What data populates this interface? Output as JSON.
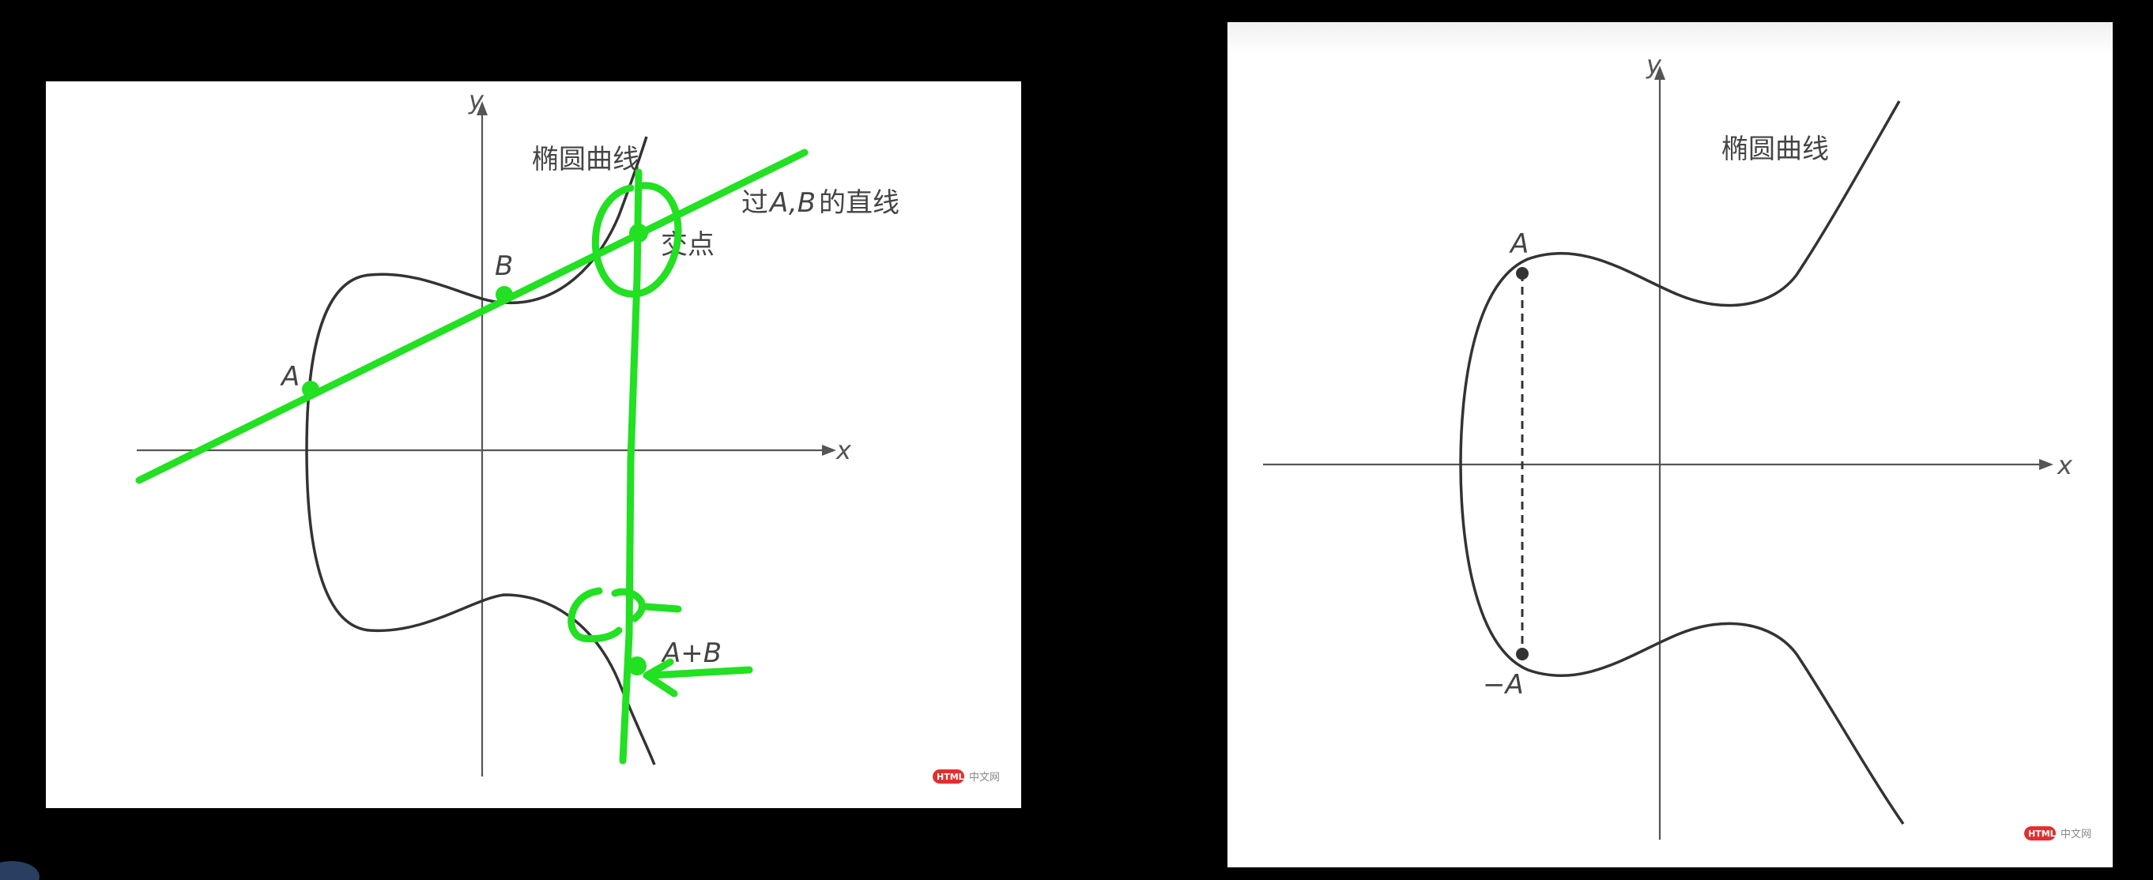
{
  "left_diagram": {
    "axis_x": "x",
    "axis_y": "y",
    "curve_label": "椭圆曲线",
    "line_label_prefix": "过",
    "line_label_points": "A,B",
    "line_label_suffix": "的直线",
    "intersection_label": "交点",
    "point_a": "A",
    "point_b": "B",
    "sum_label": "A+B",
    "watermark_badge": "HTML",
    "watermark_site": "中文网"
  },
  "right_diagram": {
    "axis_x": "x",
    "axis_y": "y",
    "curve_label": "椭圆曲线",
    "point_a": "A",
    "point_neg_a": "−A",
    "watermark_badge": "HTML",
    "watermark_site": "中文网"
  },
  "colors": {
    "annotation": "#22e022",
    "curve": "#333333",
    "background": "#000000"
  }
}
